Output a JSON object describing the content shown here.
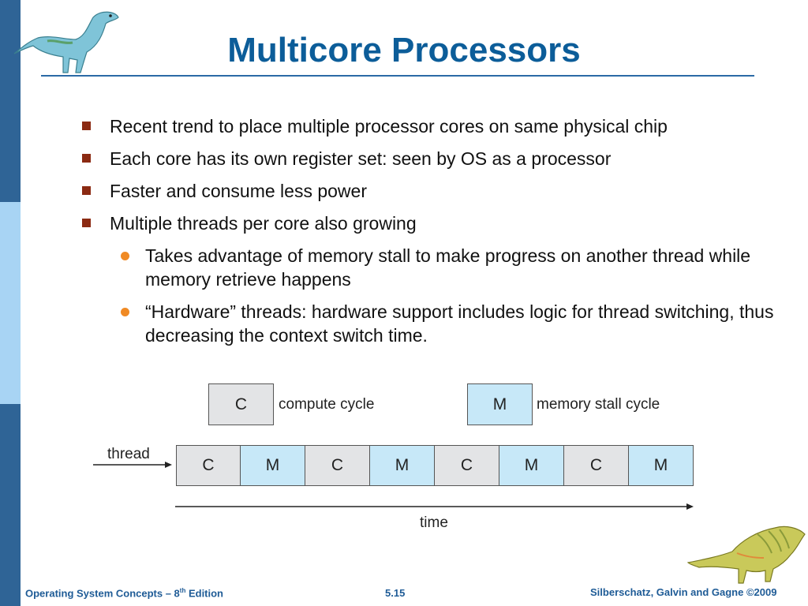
{
  "title": "Multicore Processors",
  "bullets": [
    "Recent trend to place multiple processor cores on same physical chip",
    "Each core has its own register set: seen by OS as a processor",
    "Faster and consume less power",
    "Multiple threads per core also growing"
  ],
  "sub_bullets": [
    "Takes advantage of memory stall to make progress on another thread while memory retrieve happens",
    "“Hardware” threads: hardware support includes logic for thread switching, thus decreasing the context switch time."
  ],
  "diagram": {
    "legend": {
      "compute_symbol": "C",
      "compute_label": "compute cycle",
      "memory_symbol": "M",
      "memory_label": "memory stall cycle"
    },
    "thread_label": "thread",
    "cycles": [
      "C",
      "M",
      "C",
      "M",
      "C",
      "M",
      "C",
      "M"
    ],
    "time_label": "time"
  },
  "footer": {
    "left_main": "Operating System Concepts – 8",
    "left_sup": "th",
    "left_end": " Edition",
    "center": "5.15",
    "right": "Silberschatz, Galvin and Gagne ©2009"
  },
  "icons": [
    "dinosaur-icon-top",
    "dinosaur-icon-bottom"
  ],
  "colors": {
    "title": "#0c5d99",
    "sidebar_dark": "#2f6496",
    "sidebar_light": "#a8d4f4",
    "bullet_square": "#8b2a12",
    "bullet_dot": "#f08a24",
    "compute_box": "#e3e4e6",
    "memory_box": "#c7e8f8",
    "footer": "#1e5b96"
  }
}
